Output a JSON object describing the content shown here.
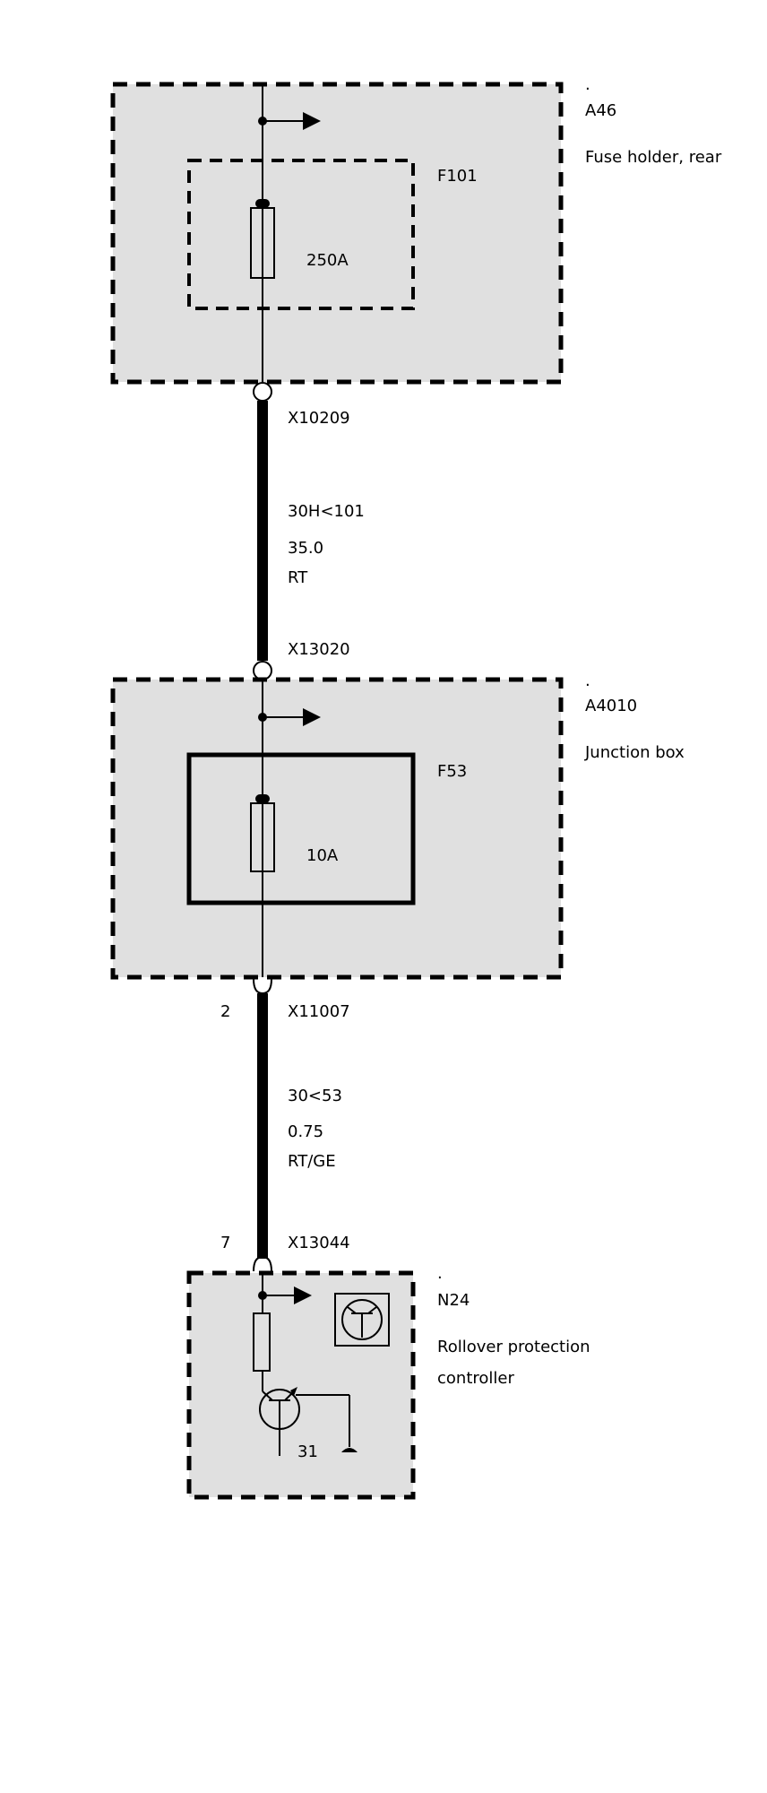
{
  "components": {
    "a46": {
      "dot": ".",
      "id": "A46",
      "desc": "Fuse holder, rear"
    },
    "f101": {
      "id": "F101",
      "rating": "250A"
    },
    "a4010": {
      "dot": ".",
      "id": "A4010",
      "desc": "Junction box"
    },
    "f53": {
      "id": "F53",
      "rating": "10A"
    },
    "n24": {
      "dot": ".",
      "id": "N24",
      "desc_line1": "Rollover protection",
      "desc_line2": "controller",
      "ground": "31"
    }
  },
  "connectors": {
    "x10209": "X10209",
    "x13020": "X13020",
    "x11007": {
      "id": "X11007",
      "pin": "2"
    },
    "x13044": {
      "id": "X13044",
      "pin": "7"
    }
  },
  "wires": {
    "w1": {
      "circuit": "30H<101",
      "section": "35.0",
      "color": "RT"
    },
    "w2": {
      "circuit": "30<53",
      "section": "0.75",
      "color": "RT/GE"
    }
  }
}
